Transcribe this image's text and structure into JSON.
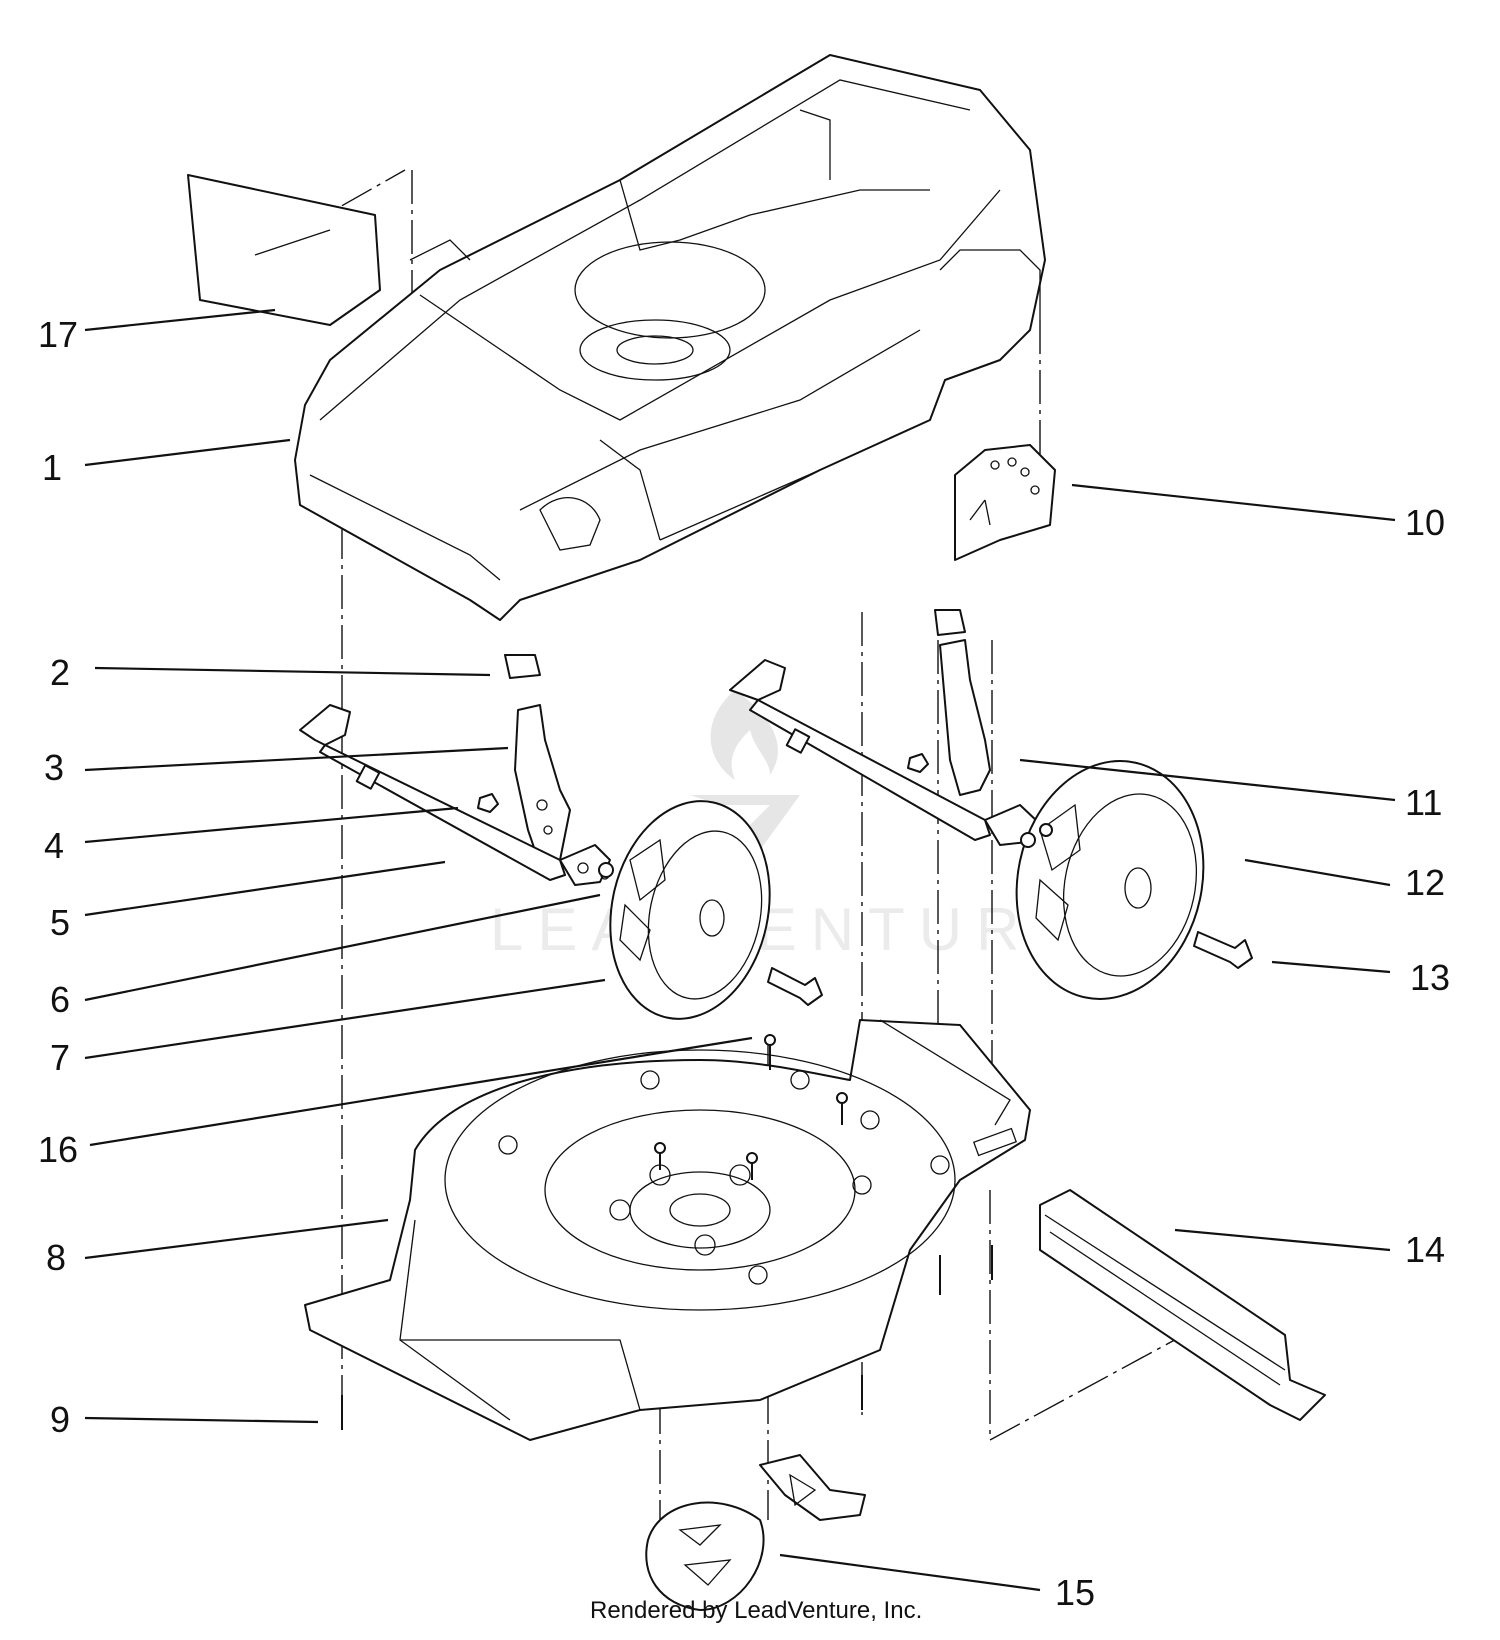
{
  "diagram": {
    "watermark_text": "LEADVENTURE",
    "footer_text": "Rendered by LeadVenture, Inc.",
    "callouts": [
      {
        "id": "1",
        "label": "1"
      },
      {
        "id": "2",
        "label": "2"
      },
      {
        "id": "3",
        "label": "3"
      },
      {
        "id": "4",
        "label": "4"
      },
      {
        "id": "5",
        "label": "5"
      },
      {
        "id": "6",
        "label": "6"
      },
      {
        "id": "7",
        "label": "7"
      },
      {
        "id": "8",
        "label": "8"
      },
      {
        "id": "9",
        "label": "9"
      },
      {
        "id": "10",
        "label": "10"
      },
      {
        "id": "11",
        "label": "11"
      },
      {
        "id": "12",
        "label": "12"
      },
      {
        "id": "13",
        "label": "13"
      },
      {
        "id": "14",
        "label": "14"
      },
      {
        "id": "15",
        "label": "15"
      },
      {
        "id": "16",
        "label": "16"
      },
      {
        "id": "17",
        "label": "17"
      }
    ]
  }
}
